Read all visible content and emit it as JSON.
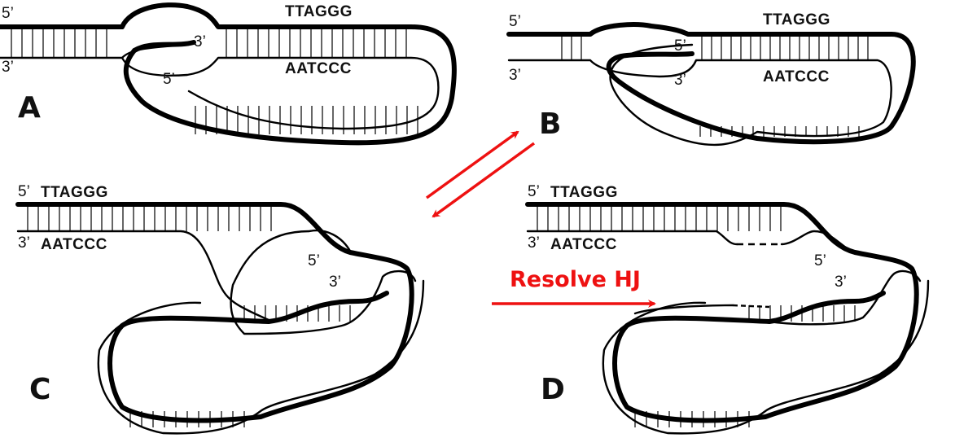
{
  "figure": {
    "colors": {
      "strand": "#000000",
      "arrow": "#ee1111",
      "background": "#ffffff"
    },
    "panels": [
      {
        "id": "A",
        "label": "A",
        "top_seq": "TTAGGG",
        "bottom_seq": "AATCCC",
        "end_labels": [
          "5’",
          "3’",
          "3’",
          "5’"
        ]
      },
      {
        "id": "B",
        "label": "B",
        "top_seq": "TTAGGG",
        "bottom_seq": "AATCCC",
        "end_labels": [
          "5’",
          "3’",
          "5’",
          "3’"
        ]
      },
      {
        "id": "C",
        "label": "C",
        "top_seq": "TTAGGG",
        "bottom_seq": "AATCCC",
        "end_labels": [
          "5’",
          "3’",
          "5’",
          "3’"
        ]
      },
      {
        "id": "D",
        "label": "D",
        "top_seq": "TTAGGG",
        "bottom_seq": "AATCCC",
        "end_labels": [
          "5’",
          "3’",
          "5’",
          "3’"
        ]
      }
    ],
    "arrows": {
      "equilibrium": {
        "description": "reversible B ⇄ C"
      },
      "resolve": {
        "label": "Resolve HJ",
        "from": "C",
        "to": "D"
      }
    }
  }
}
